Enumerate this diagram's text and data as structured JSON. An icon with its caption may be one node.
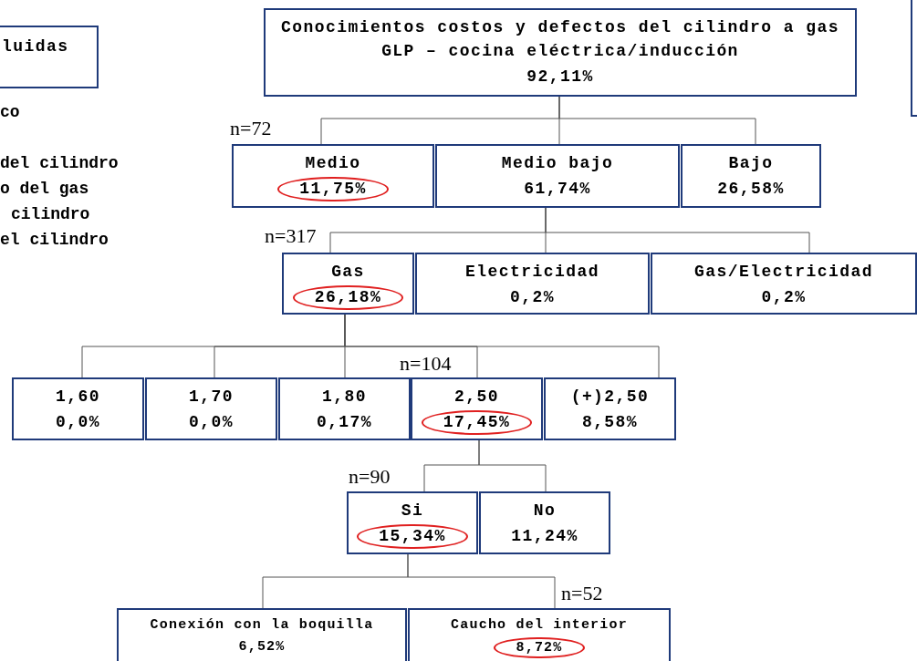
{
  "diagram": {
    "nodes": [
      {
        "text": [
          "luidas"
        ]
      },
      {
        "text": [],
        "shape": "box"
      },
      {
        "text": [
          "Conocimientos costos y defectos del cilindro a gas GLP – cocina eléctrica/inducción",
          "92,11%"
        ]
      },
      {
        "text": [
          "Medio",
          "11,75%"
        ],
        "beside": [
          "n=72"
        ]
      },
      {
        "text": [
          "Medio bajo",
          "61,74%"
        ]
      },
      {
        "text": [
          "Bajo",
          "26,58%"
        ]
      },
      {
        "text": [
          "Gas",
          "26,18%"
        ],
        "beside": [
          "n=317"
        ]
      },
      {
        "text": [
          "Electricidad",
          "0,2%"
        ]
      },
      {
        "text": [
          "Gas/Electricidad",
          "0,2%"
        ]
      },
      {
        "text": [
          "1,60",
          "0,0%"
        ]
      },
      {
        "text": [
          "1,70",
          "0,0%"
        ]
      },
      {
        "text": [
          "1,80",
          "0,17%"
        ]
      },
      {
        "text": [
          "2,50",
          "17,45%"
        ],
        "beside": [
          "n=104"
        ]
      },
      {
        "text": [
          "(+)2,50",
          "8,58%"
        ]
      },
      {
        "text": [
          "Si",
          "15,34%"
        ],
        "beside": [
          "n=90"
        ]
      },
      {
        "text": [
          "No",
          "11,24%"
        ]
      },
      {
        "text": [
          "Conexión con la boquilla",
          "6,52%"
        ]
      },
      {
        "text": [
          "Caucho del interior",
          "8,72%"
        ],
        "beside": [
          "n=52"
        ]
      }
    ],
    "edges": [
      {
        "from": 2,
        "to": 3,
        "arrow": "none"
      },
      {
        "from": 2,
        "to": 4,
        "arrow": "none"
      },
      {
        "from": 2,
        "to": 5,
        "arrow": "none"
      },
      {
        "from": 4,
        "to": 6,
        "arrow": "none"
      },
      {
        "from": 4,
        "to": 7,
        "arrow": "none"
      },
      {
        "from": 4,
        "to": 8,
        "arrow": "none"
      },
      {
        "from": 6,
        "to": 9,
        "arrow": "none"
      },
      {
        "from": 6,
        "to": 10,
        "arrow": "none"
      },
      {
        "from": 6,
        "to": 11,
        "arrow": "none"
      },
      {
        "from": 6,
        "to": 12,
        "arrow": "none"
      },
      {
        "from": 6,
        "to": 13,
        "arrow": "none"
      },
      {
        "from": 12,
        "to": 14,
        "arrow": "none"
      },
      {
        "from": 12,
        "to": 15,
        "arrow": "none"
      },
      {
        "from": 14,
        "to": 16,
        "arrow": "none"
      },
      {
        "from": 14,
        "to": 17,
        "arrow": "none"
      }
    ],
    "labels": [
      "co",
      "del cilindro",
      "o del gas",
      "cilindro",
      "el cilindro"
    ]
  }
}
